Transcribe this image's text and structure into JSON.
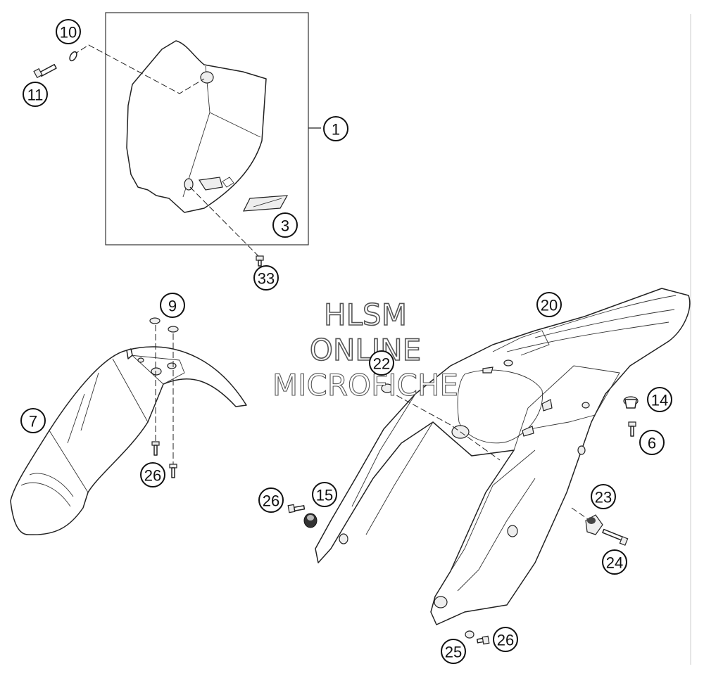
{
  "watermark": {
    "line1": "HLSM",
    "line2": "ONLINE",
    "line3": "MICROFICHE"
  },
  "callouts": [
    {
      "id": "c10",
      "label": "10"
    },
    {
      "id": "c11",
      "label": "11"
    },
    {
      "id": "c1",
      "label": "1"
    },
    {
      "id": "c3",
      "label": "3"
    },
    {
      "id": "c33",
      "label": "33"
    },
    {
      "id": "c9",
      "label": "9"
    },
    {
      "id": "c7",
      "label": "7"
    },
    {
      "id": "c26a",
      "label": "26"
    },
    {
      "id": "c20",
      "label": "20"
    },
    {
      "id": "c22",
      "label": "22"
    },
    {
      "id": "c14",
      "label": "14"
    },
    {
      "id": "c6",
      "label": "6"
    },
    {
      "id": "c26b",
      "label": "26"
    },
    {
      "id": "c15",
      "label": "15"
    },
    {
      "id": "c23",
      "label": "23"
    },
    {
      "id": "c24",
      "label": "24"
    },
    {
      "id": "c25",
      "label": "25"
    },
    {
      "id": "c26c",
      "label": "26"
    }
  ]
}
